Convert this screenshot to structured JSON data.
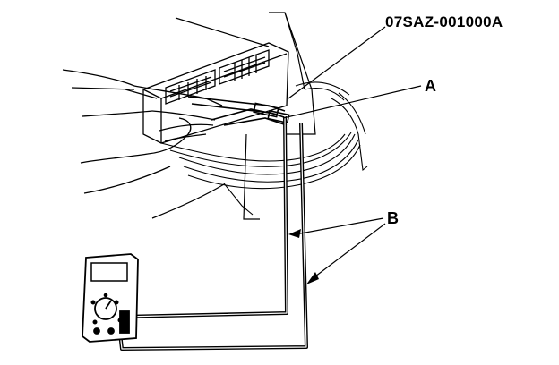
{
  "labels": {
    "part_number": "07SAZ-001000A",
    "callout_a": "A",
    "callout_b": "B"
  },
  "colors": {
    "ink": "#000000",
    "paper": "#ffffff"
  }
}
